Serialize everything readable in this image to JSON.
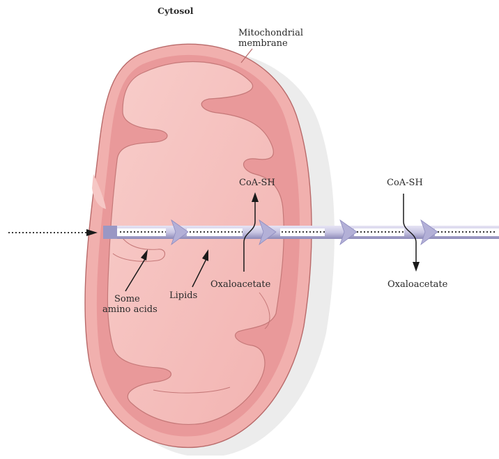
{
  "labels": {
    "cytosol": "Cytosol",
    "membrane_line1": "Mitochondrial",
    "membrane_line2": "membrane",
    "coa_inner": "CoA-SH",
    "coa_outer": "CoA-SH",
    "some_line1": "Some",
    "some_line2": "amino acids",
    "lipids": "Lipids",
    "oxaloacetate_inner": "Oxaloacetate",
    "oxaloacetate_outer": "Oxaloacetate"
  },
  "colors": {
    "outer_membrane": "#f2b2b0",
    "inter_space": "#eda1a1",
    "matrix": "#f6c3c1",
    "outline": "#bf6e6e",
    "pathway_bar": "#cfcde6",
    "pathway_arrow": "#b7b5d8"
  }
}
